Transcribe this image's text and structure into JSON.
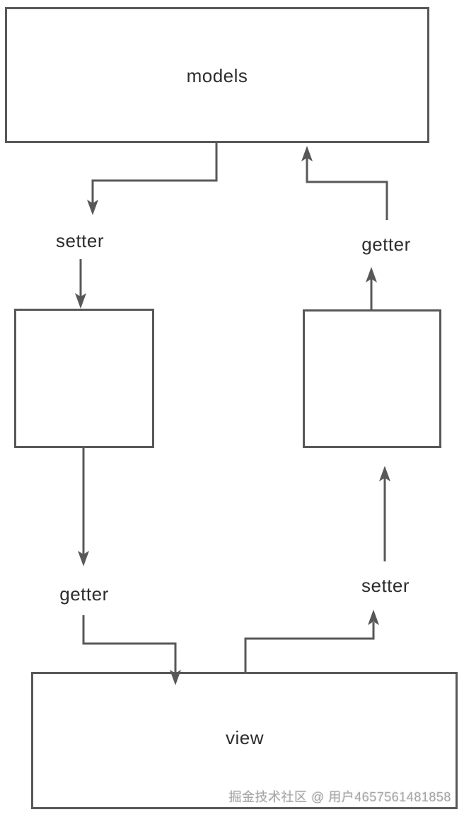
{
  "diagram": {
    "type": "flow-diagram",
    "nodes": [
      {
        "id": "models",
        "label": "models"
      },
      {
        "id": "left-store",
        "label": ""
      },
      {
        "id": "right-store",
        "label": ""
      },
      {
        "id": "view",
        "label": "view"
      }
    ],
    "edge_labels": {
      "left_setter": "setter",
      "left_getter": "getter",
      "right_getter": "getter",
      "right_setter": "setter"
    },
    "edges": [
      {
        "from": "models",
        "label": "setter",
        "to": "left-store",
        "direction": "down"
      },
      {
        "from": "left-store",
        "label": "getter",
        "to": "view",
        "direction": "down"
      },
      {
        "from": "view",
        "label": "setter",
        "to": "right-store",
        "direction": "up"
      },
      {
        "from": "right-store",
        "label": "getter",
        "to": "models",
        "direction": "up"
      }
    ],
    "colors": {
      "line": "#57585a",
      "label_text": "#2d2d2f",
      "watermark_text": "#a5a5a5",
      "background": "#ffffff"
    }
  },
  "watermark": {
    "text": "掘金技术社区 @ 用户4657561481858"
  }
}
